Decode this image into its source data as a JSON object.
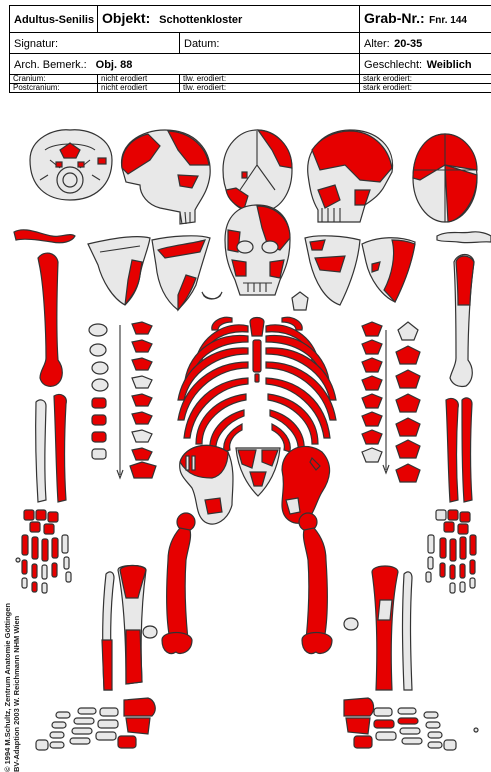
{
  "header": {
    "age_category": "Adultus-Senilis",
    "object_label": "Objekt:",
    "object_value": "Schottenkloster",
    "grave_label": "Grab-Nr.:",
    "grave_value": "Fnr. 144",
    "signature_label": "Signatur:",
    "date_label": "Datum:",
    "age_label": "Alter:",
    "age_value": "20-35",
    "remark_label": "Arch. Bemerk.:",
    "remark_value": "Obj. 88",
    "sex_label": "Geschlecht:",
    "sex_value": "Weiblich"
  },
  "erosion": {
    "cranium_label": "Cranium:",
    "postcranium_label": "Postcranium:",
    "not_eroded": "nicht erodiert",
    "partly_eroded": "tlw. erodiert:",
    "heavily_eroded": "stark erodiert:"
  },
  "credits": {
    "line1": "© 1994 M.Schultz, Zentrum Anatomie   Göttingen",
    "line2": "BV-Adaption 2003 W. Reichmann   NHM Wien"
  },
  "legend_colors": {
    "present": "#e60000",
    "absent": "#e8e8e8"
  }
}
